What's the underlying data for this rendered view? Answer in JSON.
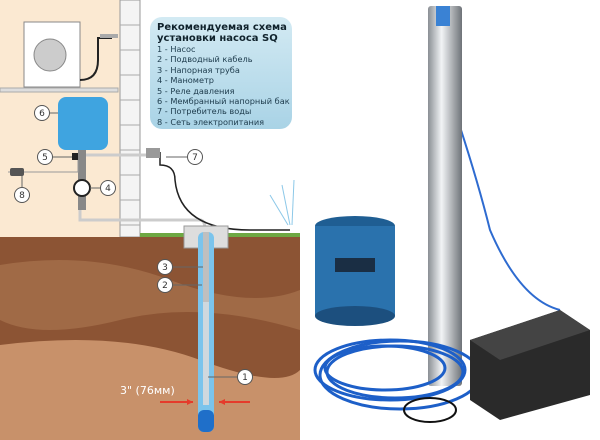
{
  "legend": {
    "title_line1": "Рекомендуемая схема",
    "title_line2": "установки насоса SQ",
    "items": [
      "1 - Насос",
      "2 - Подводный кабель",
      "3 - Напорная труба",
      "4 - Манометр",
      "5 - Реле давления",
      "6 - Мембранный напорный бак",
      "7 - Потребитель воды",
      "8 - Сеть электропитания"
    ]
  },
  "callouts": [
    "1",
    "2",
    "3",
    "4",
    "5",
    "6",
    "7",
    "8"
  ],
  "dimension_label": "3\" (76мм)",
  "colors": {
    "wall": "#fbe9d2",
    "soil": "#8c5434",
    "water_blue": "#3f8fd6",
    "legend_bg": "#b7dcec",
    "arrow": "#e53b2b"
  }
}
